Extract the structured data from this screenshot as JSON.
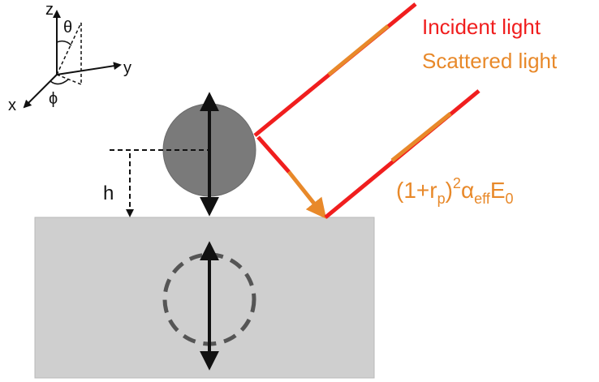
{
  "legend": {
    "incident_label": "Incident light",
    "scattered_label": "Scattered light"
  },
  "axes": {
    "z": "z",
    "y": "y",
    "x": "x",
    "theta": "θ",
    "phi": "ϕ"
  },
  "height_label": "h",
  "formula": {
    "open": "(1+r",
    "r_sub": "p",
    "close": ")",
    "power": "2",
    "alpha": "α",
    "alpha_sub": "eff",
    "field": "E",
    "field_sub": "0"
  },
  "colors": {
    "incident": "#f01e1e",
    "scattered": "#e8892a",
    "particle_fill": "#7a7a7a",
    "substrate_fill": "#cfcfcf",
    "image_dash": "#555555"
  }
}
